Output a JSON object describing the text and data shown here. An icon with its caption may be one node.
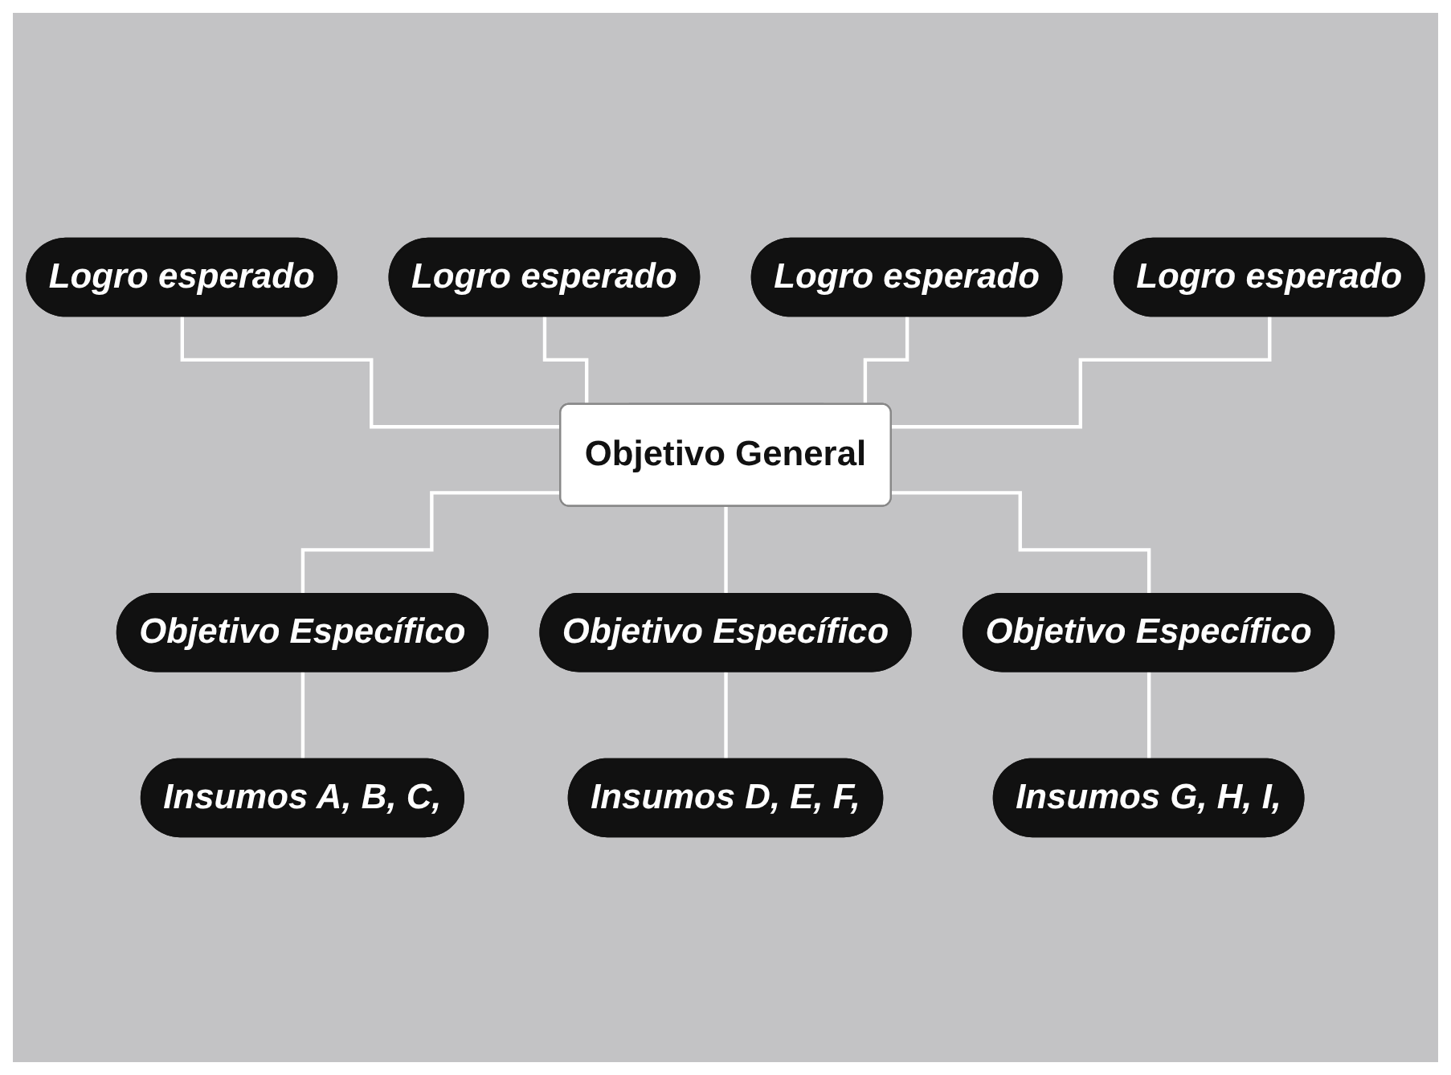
{
  "diagram": {
    "nodes": [
      {
        "text": [
          "Logro esperado"
        ]
      },
      {
        "text": [
          "Logro esperado"
        ]
      },
      {
        "text": [
          "Logro esperado"
        ]
      },
      {
        "text": [
          "Logro esperado"
        ]
      },
      {
        "text": [
          "Objetivo General"
        ]
      },
      {
        "text": [
          "Objetivo Específico"
        ]
      },
      {
        "text": [
          "Objetivo Específico"
        ]
      },
      {
        "text": [
          "Objetivo Específico"
        ]
      },
      {
        "text": [
          "Insumos A, B, C,"
        ]
      },
      {
        "text": [
          "Insumos D, E, F,"
        ]
      },
      {
        "text": [
          "Insumos G, H, I,"
        ]
      }
    ],
    "edges": [
      {
        "from": 0,
        "to": 4,
        "arrow": "none"
      },
      {
        "from": 1,
        "to": 4,
        "arrow": "none"
      },
      {
        "from": 2,
        "to": 4,
        "arrow": "none"
      },
      {
        "from": 3,
        "to": 4,
        "arrow": "none"
      },
      {
        "from": 4,
        "to": 5,
        "arrow": "none"
      },
      {
        "from": 4,
        "to": 6,
        "arrow": "none"
      },
      {
        "from": 4,
        "to": 7,
        "arrow": "none"
      },
      {
        "from": 5,
        "to": 8,
        "arrow": "none"
      },
      {
        "from": 6,
        "to": 9,
        "arrow": "none"
      },
      {
        "from": 7,
        "to": 10,
        "arrow": "none"
      }
    ]
  }
}
